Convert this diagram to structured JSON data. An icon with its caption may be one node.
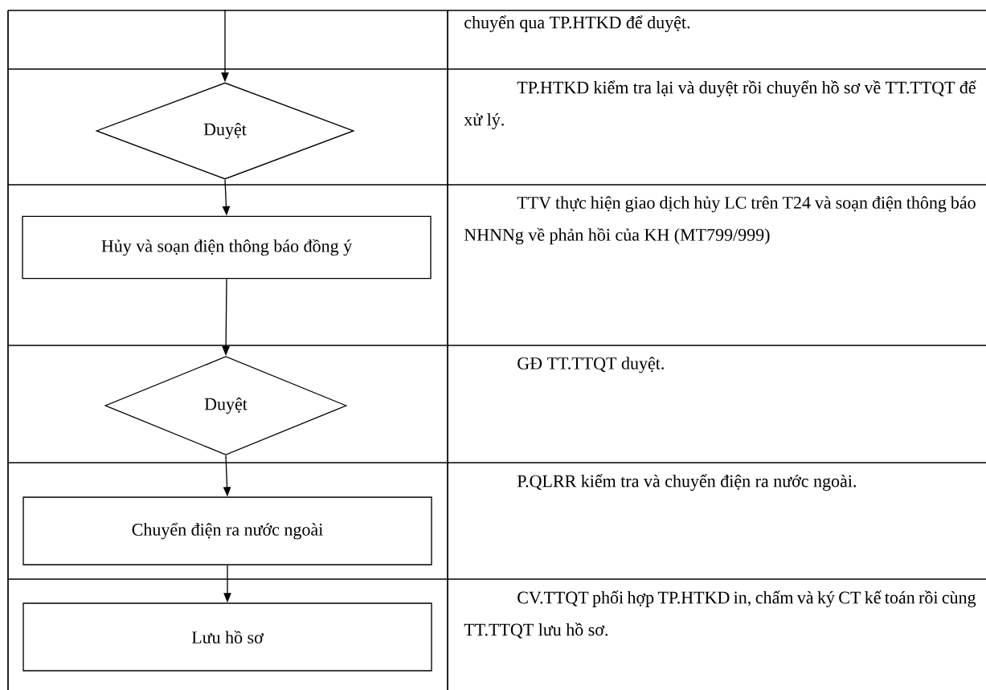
{
  "diagram": {
    "nodes": [
      {
        "text": [
          "Duyệt"
        ]
      },
      {
        "text": [
          "Hủy và soạn điện thông báo đồng ý"
        ]
      },
      {
        "text": [
          "Duyệt"
        ]
      },
      {
        "text": [
          "Chuyển điện ra nước ngoài"
        ]
      },
      {
        "text": [
          "Lưu hồ sơ"
        ]
      }
    ],
    "edges": [
      {
        "from": null,
        "to": 0,
        "arrow": "to"
      },
      {
        "from": 0,
        "to": 1,
        "arrow": "to"
      },
      {
        "from": 1,
        "to": 2,
        "arrow": "to"
      },
      {
        "from": 2,
        "to": 3,
        "arrow": "to"
      },
      {
        "from": 3,
        "to": 4,
        "arrow": "to"
      }
    ],
    "labels": [
      "chuyển qua TP.HTKD để duyệt.",
      "TP.HTKD kiểm tra lại và duyệt rồi chuyển hồ sơ về TT.TTQT để xử lý.",
      "TTV thực hiện giao dịch hủy LC trên T24 và soạn điện thông báo NHNNg về phản hồi của KH (MT799/999)",
      "GĐ TT.TTQT duyệt.",
      "P.QLRR kiểm tra và chuyển điện ra nước ngoài.",
      "CV.TTQT phối hợp TP.HTKD in, chấm và ký CT kế toán rồi cùng TT.TTQT lưu hồ sơ."
    ]
  }
}
